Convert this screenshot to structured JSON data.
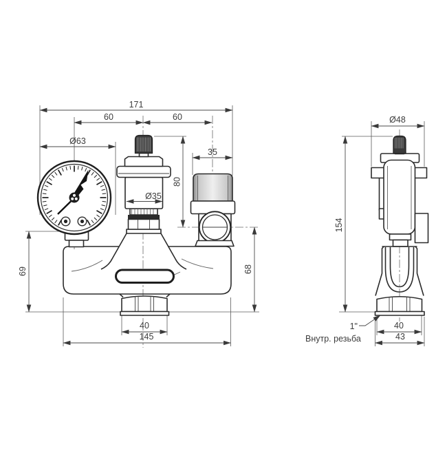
{
  "drawing": {
    "title": "safety-group-two-view-technical-drawing",
    "front_view": "front",
    "side_view": "side"
  },
  "dims": {
    "overall_width": "171",
    "pitch_left": "60",
    "pitch_right": "60",
    "gauge_diameter": "Ø63",
    "valve_cap_width": "35",
    "vent_height": "80",
    "vent_diameter": "Ø35",
    "left_height": "69",
    "right_height": "68",
    "outlet_nut_width": "40",
    "overall_length": "145",
    "side_diameter": "Ø48",
    "side_height": "154",
    "thread_size": "1\"",
    "thread_label": "Внутр. резьба",
    "side_nut_width": "40",
    "side_flange_width": "43"
  }
}
